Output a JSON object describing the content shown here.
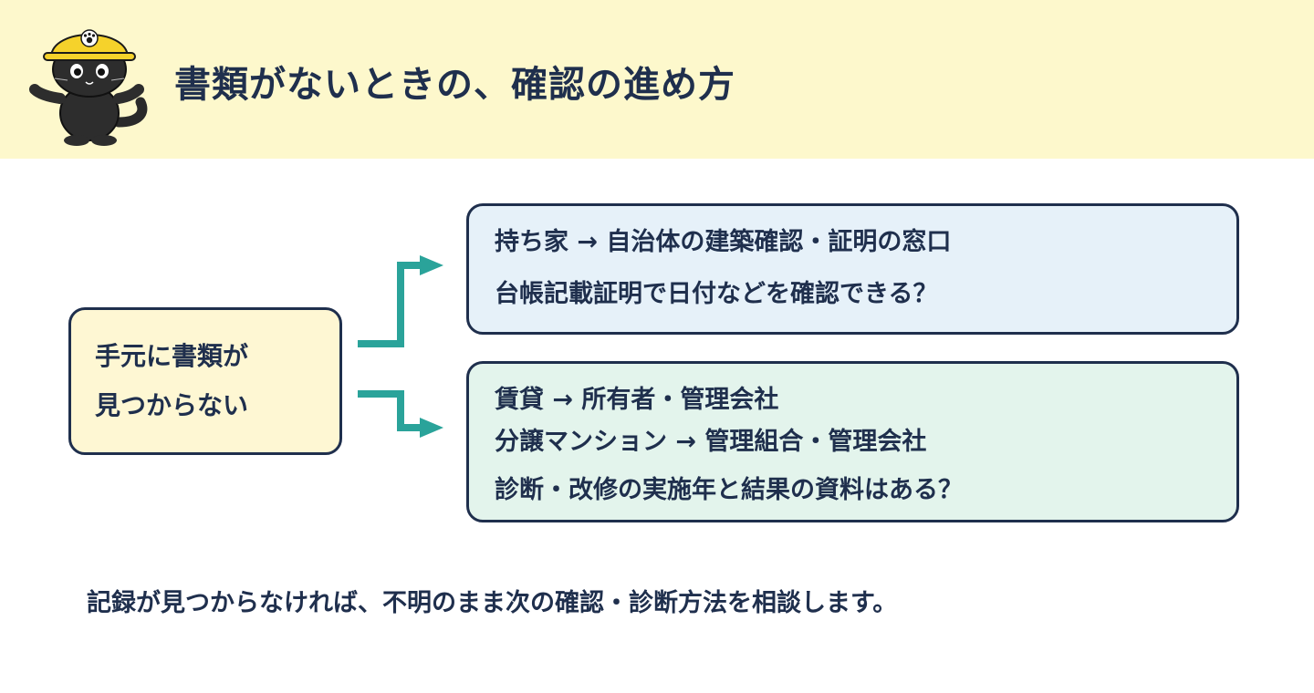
{
  "header": {
    "title": "書類がないときの、確認の進め方"
  },
  "left_box": {
    "lines": [
      "手元に書類が",
      "見つからない"
    ]
  },
  "top_box": {
    "lines": [
      "持ち家 → 自治体の建築確認・証明の窓口",
      "台帳記載証明で日付などを確認できる？"
    ]
  },
  "bottom_box": {
    "lines": [
      "賃貸 → 所有者・管理会社",
      "分譲マンション → 管理組合・管理会社",
      "診断・改修の実施年と結果の資料はある？"
    ]
  },
  "footer": {
    "text": "記録が見つからなければ、不明のまま次の確認・診断方法を相談します。"
  },
  "colors": {
    "header_bg": "#fdf8cc",
    "navy": "#1f2f4d",
    "arrow_teal": "#2aa39a",
    "left_box_bg": "#fef7d3",
    "top_box_bg": "#e6f1f9",
    "bottom_box_bg": "#e3f4ec",
    "helmet_yellow": "#f5d22b"
  }
}
